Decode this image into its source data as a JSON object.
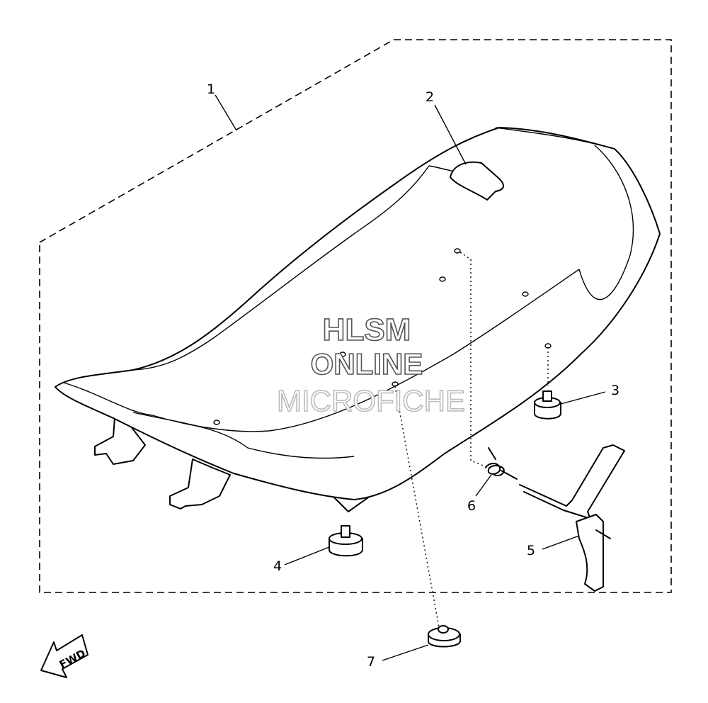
{
  "callouts": [
    {
      "id": "1",
      "label": "1"
    },
    {
      "id": "2",
      "label": "2"
    },
    {
      "id": "3",
      "label": "3"
    },
    {
      "id": "4",
      "label": "4"
    },
    {
      "id": "5",
      "label": "5"
    },
    {
      "id": "6",
      "label": "6"
    },
    {
      "id": "7",
      "label": "7"
    }
  ],
  "watermark": {
    "line1": "HLSM",
    "line2": "ONLINE",
    "line3": "MICROFICHE"
  },
  "direction_marker": {
    "label": "FWD"
  }
}
